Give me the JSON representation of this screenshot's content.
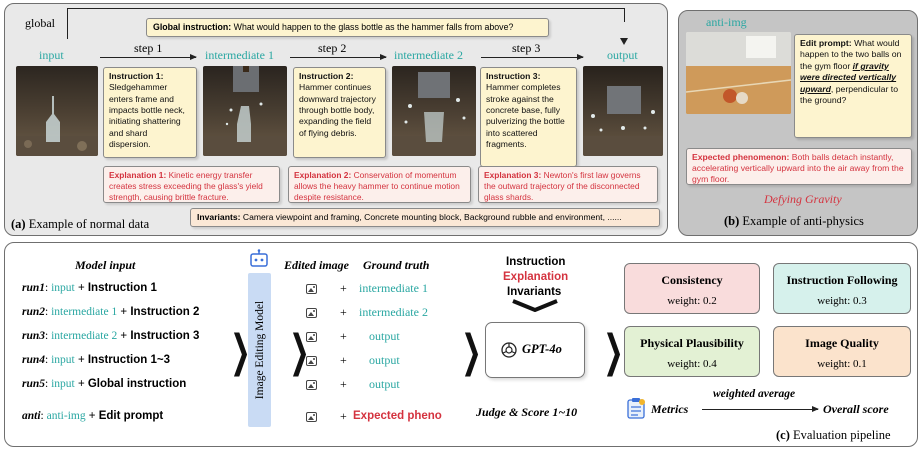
{
  "panel_a": {
    "global_label": "global",
    "global_instruction_label": "Global instruction:",
    "global_instruction_text": "What would happen to the glass bottle as the hammer falls from above?",
    "stages": [
      "input",
      "intermediate 1",
      "intermediate 2",
      "output"
    ],
    "steps": [
      "step 1",
      "step 2",
      "step 3"
    ],
    "instructions": [
      {
        "label": "Instruction 1:",
        "text": "Sledgehammer enters frame and impacts bottle neck, initiating shattering and shard dispersion."
      },
      {
        "label": "Instruction 2:",
        "text": "Hammer continues downward trajectory through bottle body, expanding the field of flying debris."
      },
      {
        "label": "Instruction 3:",
        "text": "Hammer completes stroke against the concrete base, fully pulverizing the bottle into scattered fragments."
      }
    ],
    "explanations": [
      {
        "label": "Explanation 1:",
        "text": "Kinetic energy transfer creates stress exceeding the glass's yield strength, causing brittle fracture."
      },
      {
        "label": "Explanation 2:",
        "text": "Conservation of momentum allows the heavy hammer to continue motion despite resistance."
      },
      {
        "label": "Explanation 3:",
        "text": "Newton's first law governs the outward trajectory of the disconnected glass shards."
      }
    ],
    "invariants_label": "Invariants:",
    "invariants_text": "Camera viewpoint and framing, Concrete mounting block, Background rubble and environment, ......",
    "caption_tag": "(a)",
    "caption_text": "Example of normal data"
  },
  "panel_b": {
    "anti_label": "anti-img",
    "edit_prompt_label": "Edit prompt:",
    "edit_prompt_pre": "What would happen to the two balls on the gym floor",
    "edit_prompt_em": "if gravity were directed vertically upward",
    "edit_prompt_post": ", perpendicular to the ground?",
    "expected_label": "Expected phenomenon:",
    "expected_text": "Both balls detach instantly, accelerating vertically upward into the air away from the gym floor.",
    "category": "Defying Gravity",
    "caption_tag": "(b)",
    "caption_text": "Example of anti-physics"
  },
  "panel_c": {
    "model_input_header": "Model input",
    "edited_image_header": "Edited image",
    "ground_truth_header": "Ground truth",
    "model_label": "Image Editing Model",
    "runs": [
      {
        "run": "run1",
        "src": "input",
        "plus": " + ",
        "instr": "Instruction 1",
        "gt": "intermediate 1"
      },
      {
        "run": "run2",
        "src": "intermediate 1",
        "plus": " + ",
        "instr": "Instruction 2",
        "gt": "intermediate 2"
      },
      {
        "run": "run3",
        "src": "intermediate 2",
        "plus": " + ",
        "instr": "Instruction 3",
        "gt": "output"
      },
      {
        "run": "run4",
        "src": "input",
        "plus": " + ",
        "instr": "Instruction 1~3",
        "gt": "output"
      },
      {
        "run": "run5",
        "src": "input",
        "plus": " + ",
        "instr": "Global instruction",
        "gt": "output"
      }
    ],
    "anti_run": {
      "run": "anti",
      "src": "anti-img",
      "plus": " + ",
      "instr": "Edit prompt",
      "gt": "Expected pheno"
    },
    "plus_sign": "+",
    "judge_inputs": [
      "Instruction",
      "Explanation",
      "Invariants"
    ],
    "judge_model": "GPT-4o",
    "judge_caption": "Judge & Score 1~10",
    "metrics": [
      {
        "name": "Consistency",
        "weight": "weight: 0.2",
        "color": "#f9dcdc"
      },
      {
        "name": "Instruction Following",
        "weight": "weight: 0.3",
        "color": "#d6f1ec"
      },
      {
        "name": "Physical Plausibility",
        "weight": "weight: 0.4",
        "color": "#e3f1d4"
      },
      {
        "name": "Image Quality",
        "weight": "weight: 0.1",
        "color": "#fbe3cc"
      }
    ],
    "metrics_label": "Metrics",
    "weighted_label": "weighted average",
    "overall_label": "Overall score",
    "caption_tag": "(c)",
    "caption_text": "Evaluation pipeline"
  }
}
